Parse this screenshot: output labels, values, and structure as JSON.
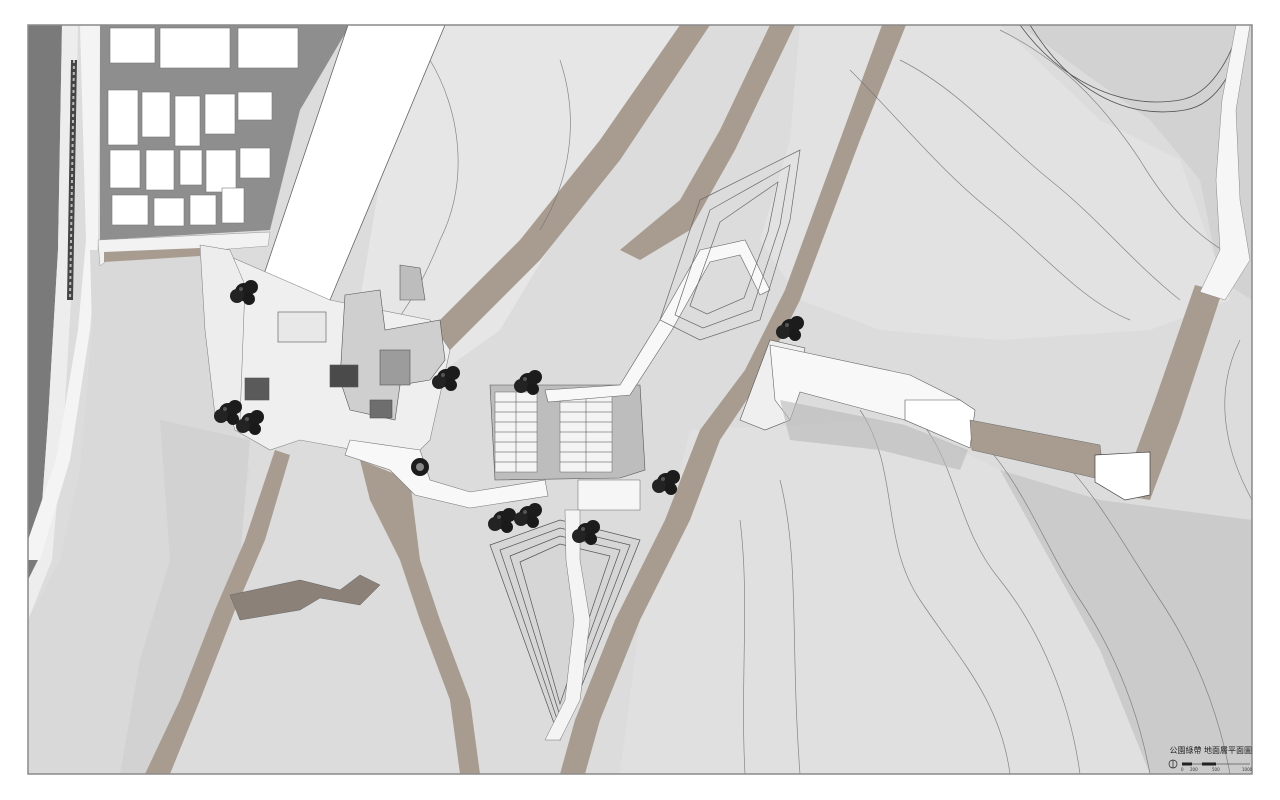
{
  "plan": {
    "title": "公園綠帶 地面層平面圖"
  },
  "scale": {
    "labels": [
      "0",
      "200",
      "500",
      "1000"
    ]
  },
  "colors": {
    "ground": "#dcdcdc",
    "ground_light": "#e8e8e8",
    "ground_dark": "#c4c4c4",
    "path_wood": "#a89c90",
    "building": "#ffffff",
    "building_shadow": "#8c8c8c",
    "tree": "#1c1c1c",
    "contour": "#6e6e6e",
    "road": "#b4b4b4",
    "frame": "#8a8a8a"
  },
  "icons": {
    "north_arrow": "north-arrow-icon"
  }
}
